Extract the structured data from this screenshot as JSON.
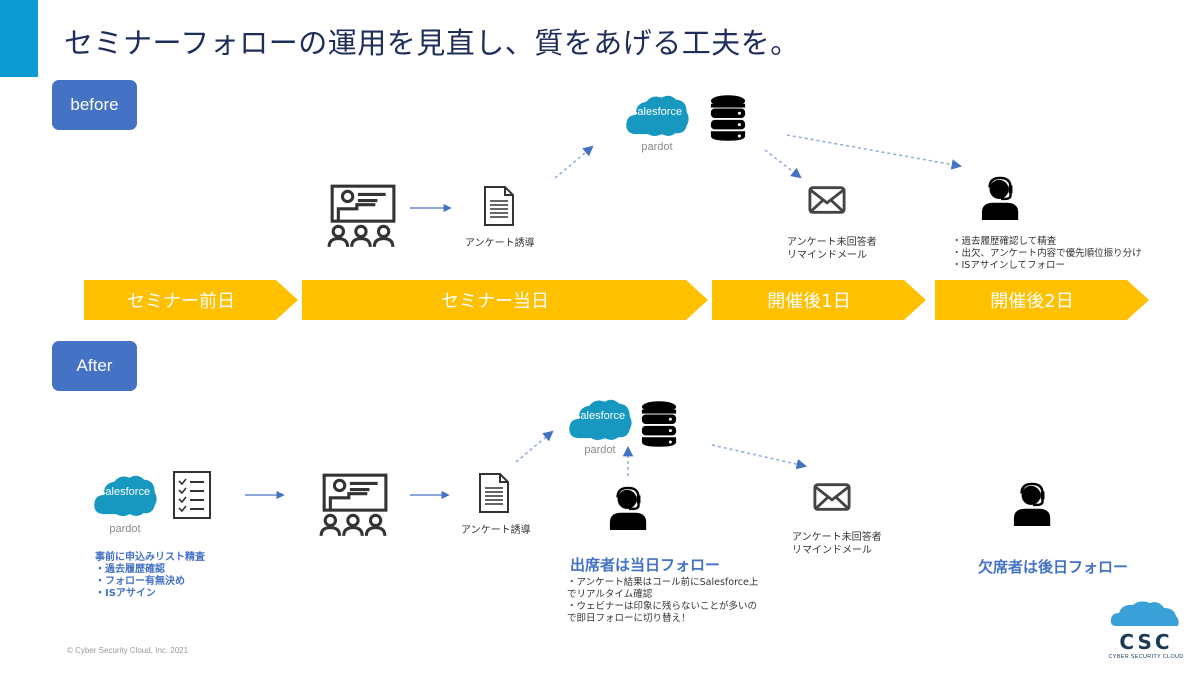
{
  "title": "セミナーフォローの運用を見直し、質をあげる工夫を。",
  "colors": {
    "accent_bar": "#0e9bd3",
    "section_button": "#4472c4",
    "timeline_chevron": "#ffc000",
    "highlight_text": "#4472c4",
    "salesforce_cloud": "#1798c1"
  },
  "before": {
    "section_label": "before",
    "survey_label": "アンケート誘導",
    "salesforce_text": "salesforce",
    "pardot_text": "pardot",
    "reminder_label_line1": "アンケート未回答者",
    "reminder_label_line2": "リマインドメール",
    "followup_points": [
      "・過去履歴確認して精査",
      "・出欠、アンケート内容で優先順位振り分け",
      "・ISアサインしてフォロー"
    ]
  },
  "timeline": [
    {
      "label": "セミナー前日"
    },
    {
      "label": "セミナー当日"
    },
    {
      "label": "開催後1日"
    },
    {
      "label": "開催後2日"
    }
  ],
  "after": {
    "section_label": "After",
    "salesforce_text": "salesforce",
    "pardot_text": "pardot",
    "pre_check_title": "事前に申込みリスト精査",
    "pre_check_points": [
      "・過去履歴確認",
      "・フォロー有無決め",
      "・ISアサイン"
    ],
    "survey_label": "アンケート誘導",
    "attendee_heading": "出席者は当日フォロー",
    "attendee_points": [
      "・アンケート結果はコール前にSalesforce上",
      "でリアルタイム確認",
      "・ウェビナーは印象に残らないことが多いの",
      "で即日フォローに切り替え！"
    ],
    "reminder_label_line1": "アンケート未回答者",
    "reminder_label_line2": "リマインドメール",
    "absentee_heading": "欠席者は後日フォロー"
  },
  "footer": {
    "copyright": "© Cyber Security Cloud, Inc.  2021"
  },
  "logo": {
    "letters": "CSC",
    "tagline": "CYBER SECURITY CLOUD"
  }
}
